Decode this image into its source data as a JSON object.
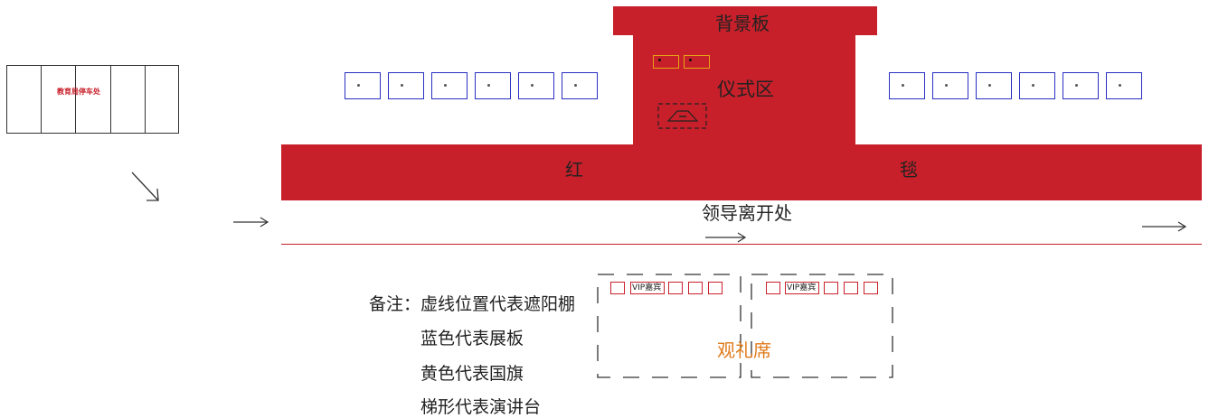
{
  "labels": {
    "backdrop": "背景板",
    "ceremony_area": "仪式区",
    "carpet_left": "红",
    "carpet_right": "毯",
    "leader_exit": "领导离开处",
    "viewing_stand": "观礼席",
    "vip": "VIP嘉宾",
    "parking": "教育局停车处"
  },
  "notes": {
    "prefix": "备注：",
    "line1": "虚线位置代表遮阳棚",
    "line2": "蓝色代表展板",
    "line3": "黄色代表国旗",
    "line4": "梯形代表演讲台"
  },
  "colors": {
    "carpet": "#c8202a",
    "panel": "#2a2fc2",
    "flag": "#e6a317",
    "viewing_label": "#e07a1a"
  }
}
